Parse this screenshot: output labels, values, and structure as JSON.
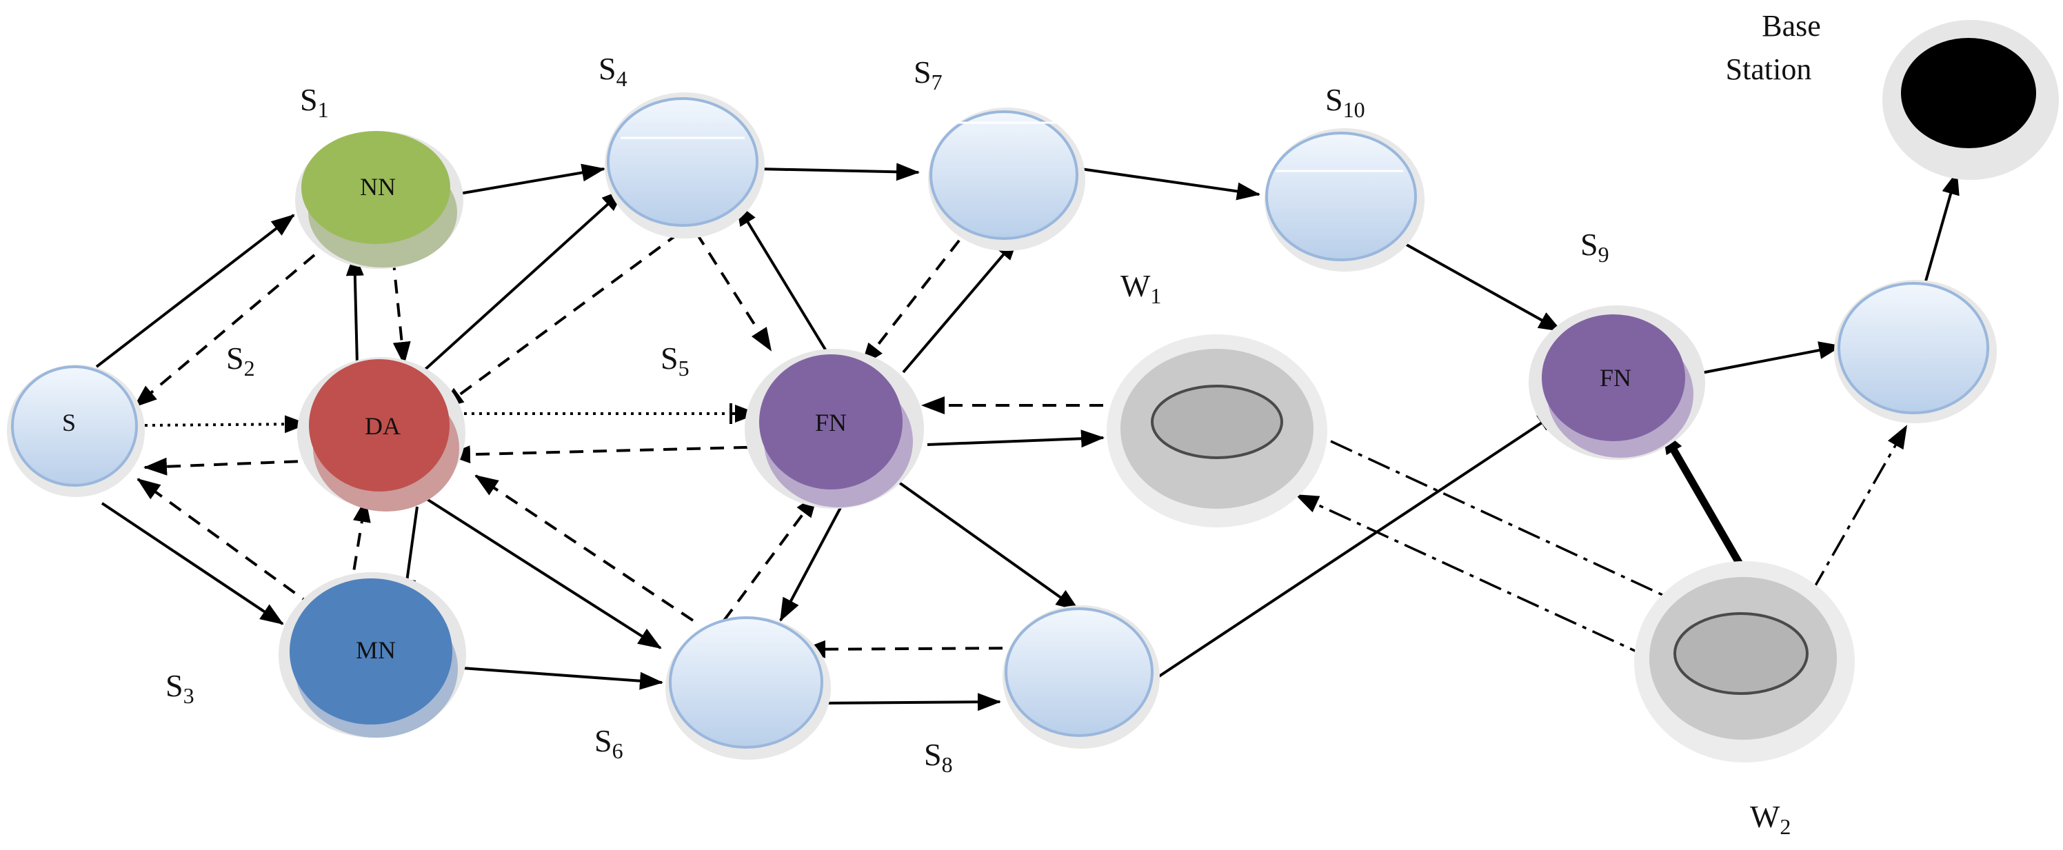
{
  "colors": {
    "light_fill_top": "#f2f7fd",
    "light_fill_bottom": "#b9cfea",
    "light_stroke": "#9ab7dc",
    "nn": "#9bbb59",
    "da": "#c0504d",
    "mn": "#4f81bd",
    "fn": "#8064a2",
    "wormhole_outer": "#d0d0d0",
    "wormhole_inner": "#b8b8b8",
    "base_station": "#000000",
    "halo": "#e4e4e4",
    "edge": "#000000"
  },
  "nodes": {
    "s": {
      "text": "S"
    },
    "s1": {
      "text": "NN"
    },
    "s2": {
      "text": "DA"
    },
    "s3": {
      "text": "MN"
    },
    "s4": {
      "text": ""
    },
    "s5": {
      "text": "FN"
    },
    "s6": {
      "text": ""
    },
    "s7": {
      "text": ""
    },
    "s8": {
      "text": ""
    },
    "s9": {
      "text": "FN"
    },
    "s10": {
      "text": ""
    },
    "relay": {
      "text": ""
    },
    "w1": {
      "text": ""
    },
    "w2": {
      "text": ""
    },
    "base": {
      "text": ""
    }
  },
  "labels": {
    "s1": {
      "main": "S",
      "sub": "1"
    },
    "s2": {
      "main": "S",
      "sub": "2"
    },
    "s3": {
      "main": "S",
      "sub": "3"
    },
    "s4": {
      "main": "S",
      "sub": "4"
    },
    "s5": {
      "main": "S",
      "sub": "5"
    },
    "s6": {
      "main": "S",
      "sub": "6"
    },
    "s7": {
      "main": "S",
      "sub": "7"
    },
    "s8": {
      "main": "S",
      "sub": "8"
    },
    "s9": {
      "main": "S",
      "sub": "9"
    },
    "s10": {
      "main": "S",
      "sub": "10"
    },
    "w1": {
      "main": "W",
      "sub": "1"
    },
    "w2": {
      "main": "W",
      "sub": "2"
    },
    "base_line1": "Base",
    "base_line2": "Station"
  }
}
